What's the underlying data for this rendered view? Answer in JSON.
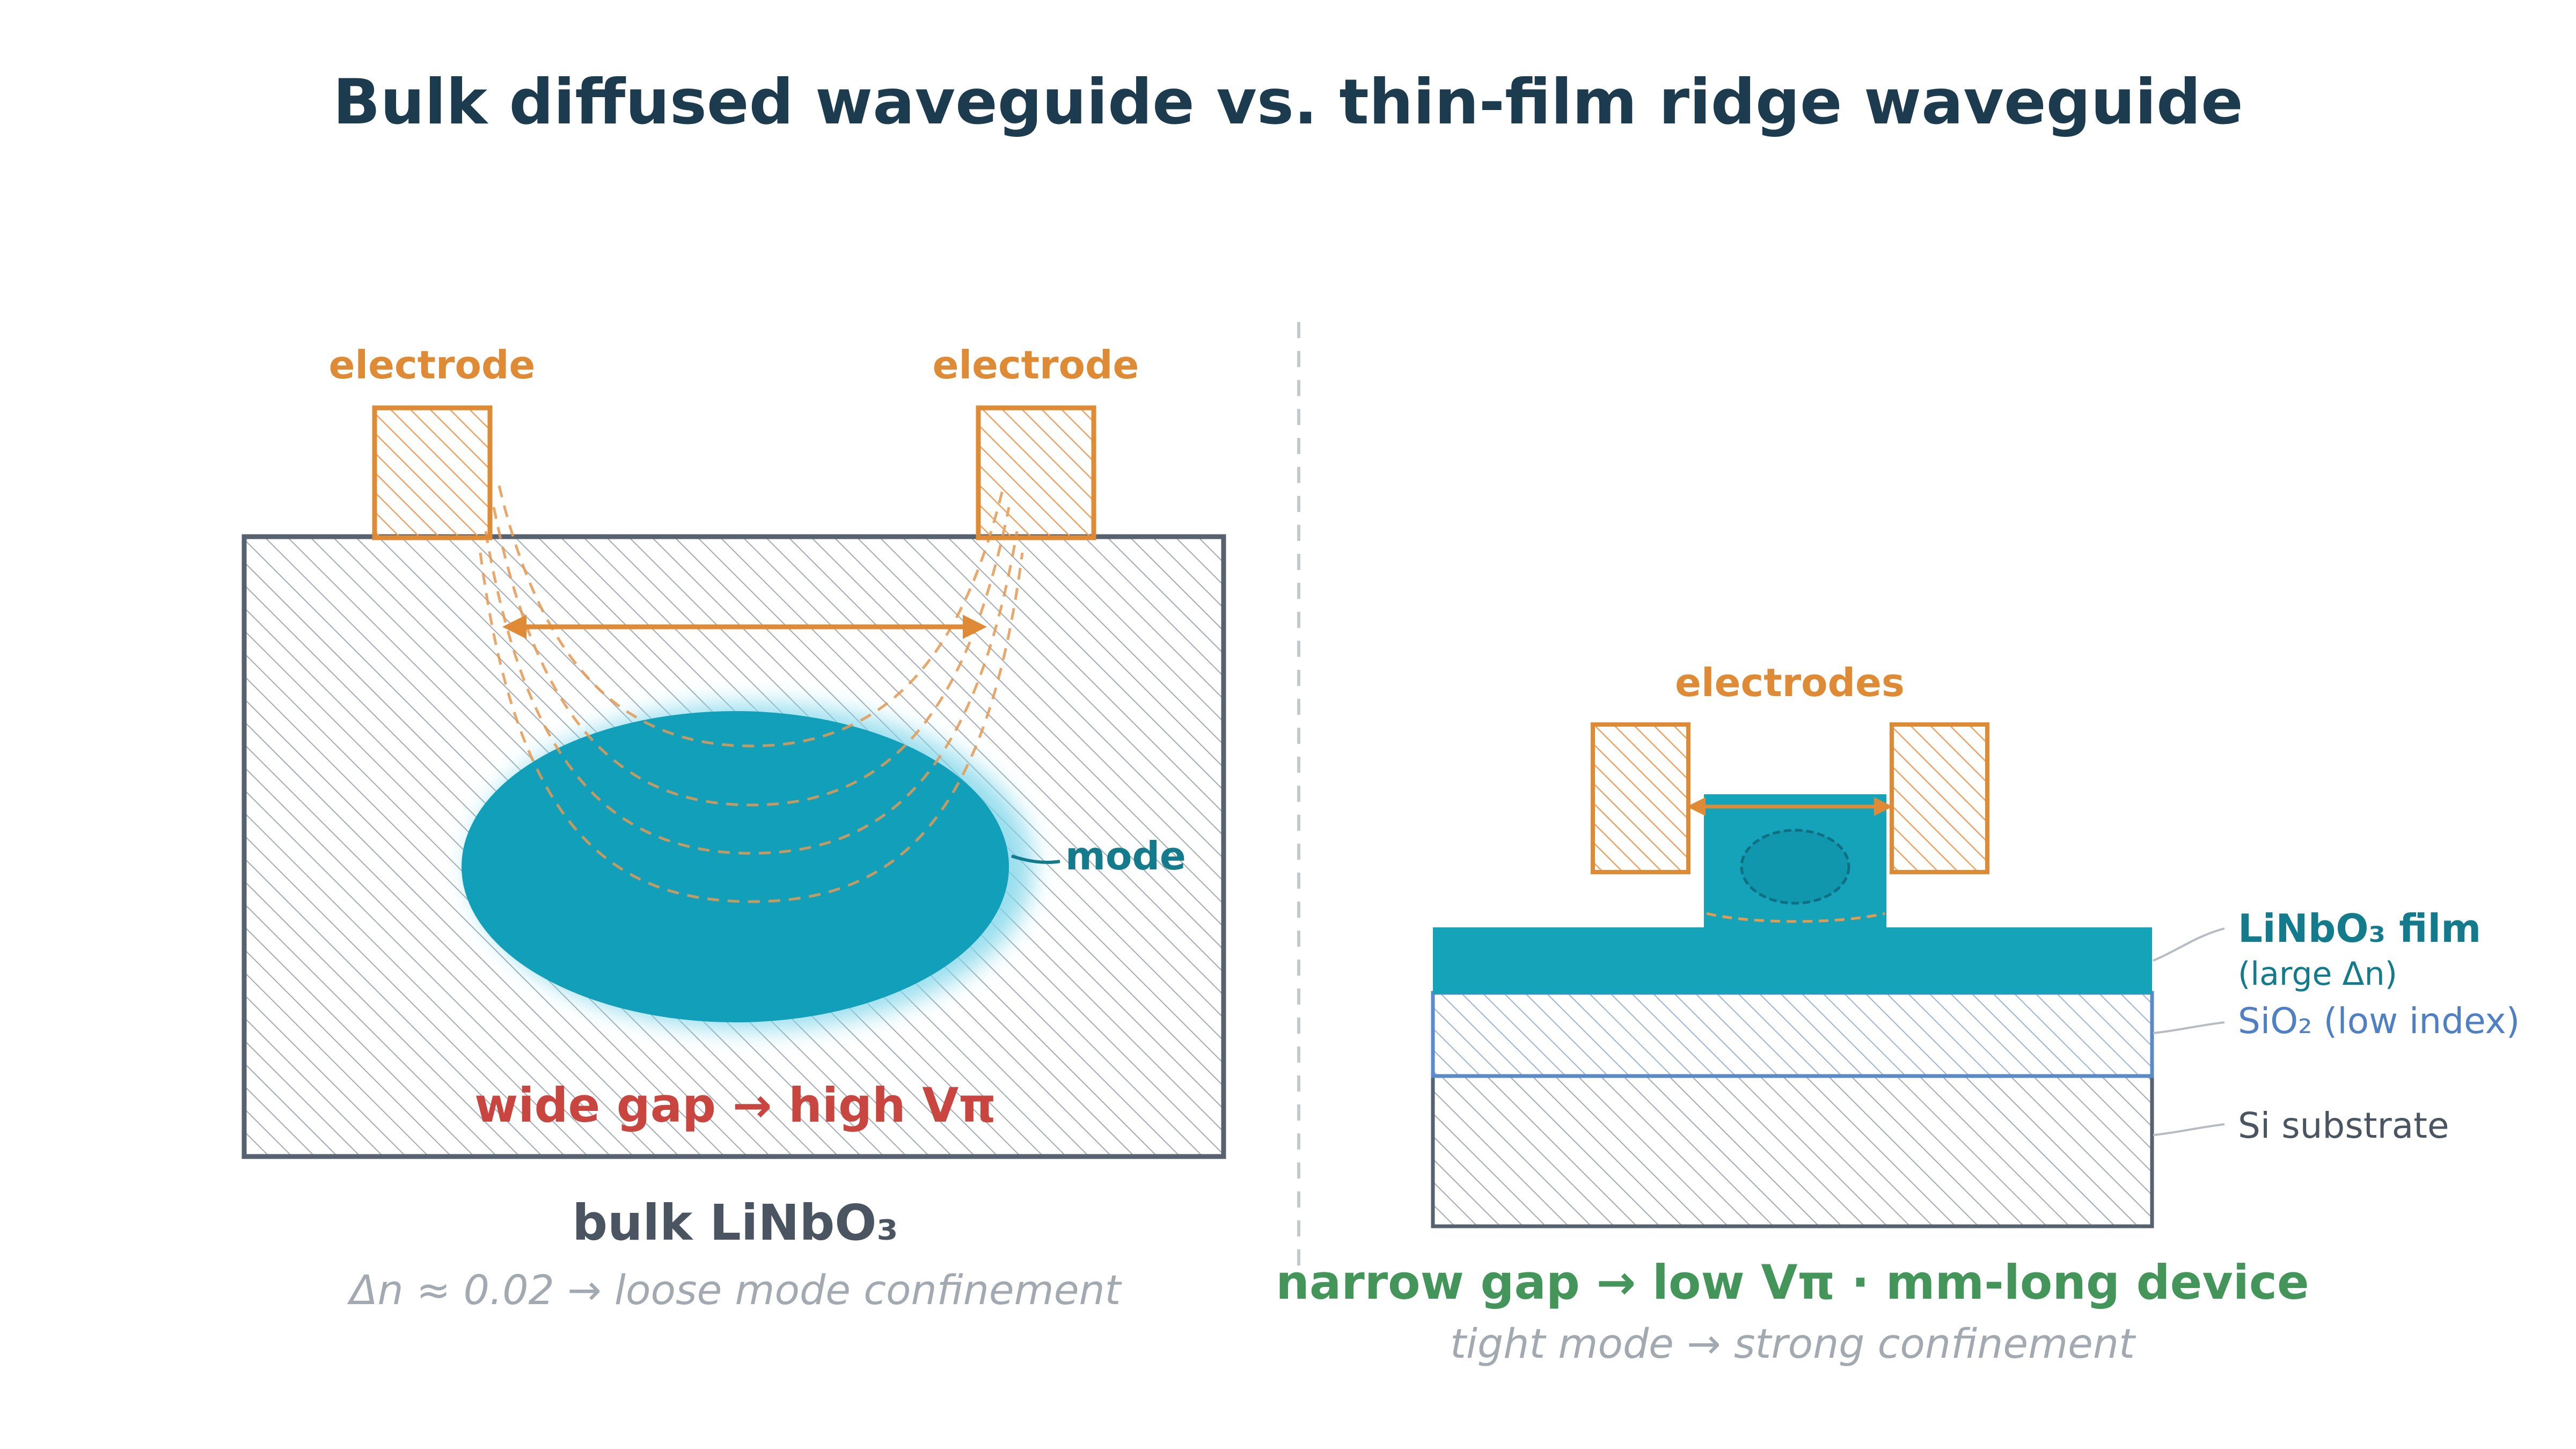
{
  "title": "Bulk diffused waveguide vs. thin-film ridge waveguide",
  "colors": {
    "title": "#1d3b4f",
    "outline": "#56626f",
    "hatch": "#9aa2ab",
    "electrode": "#df8a34",
    "mode": "#129fba",
    "film": "#14a3b8",
    "oxide": "#5a8ac8",
    "red": "#c8463f",
    "green": "#43955a",
    "grey_text": "#a3a9b1"
  },
  "left_panel": {
    "electrode_left_label": "electrode",
    "electrode_right_label": "electrode",
    "mode_label": "mode",
    "gap_label": "wide gap → high Vπ",
    "caption": "bulk LiNbO₃",
    "subcaption": "Δn ≈ 0.02 → loose mode confinement"
  },
  "right_panel": {
    "electrodes_label": "electrodes",
    "film_label": "LiNbO₃ film",
    "film_sublabel": "(large Δn)",
    "oxide_label": "SiO₂ (low index)",
    "substrate_label": "Si substrate",
    "caption": "narrow gap → low Vπ · mm-long device",
    "subcaption": "tight mode → strong confinement"
  }
}
